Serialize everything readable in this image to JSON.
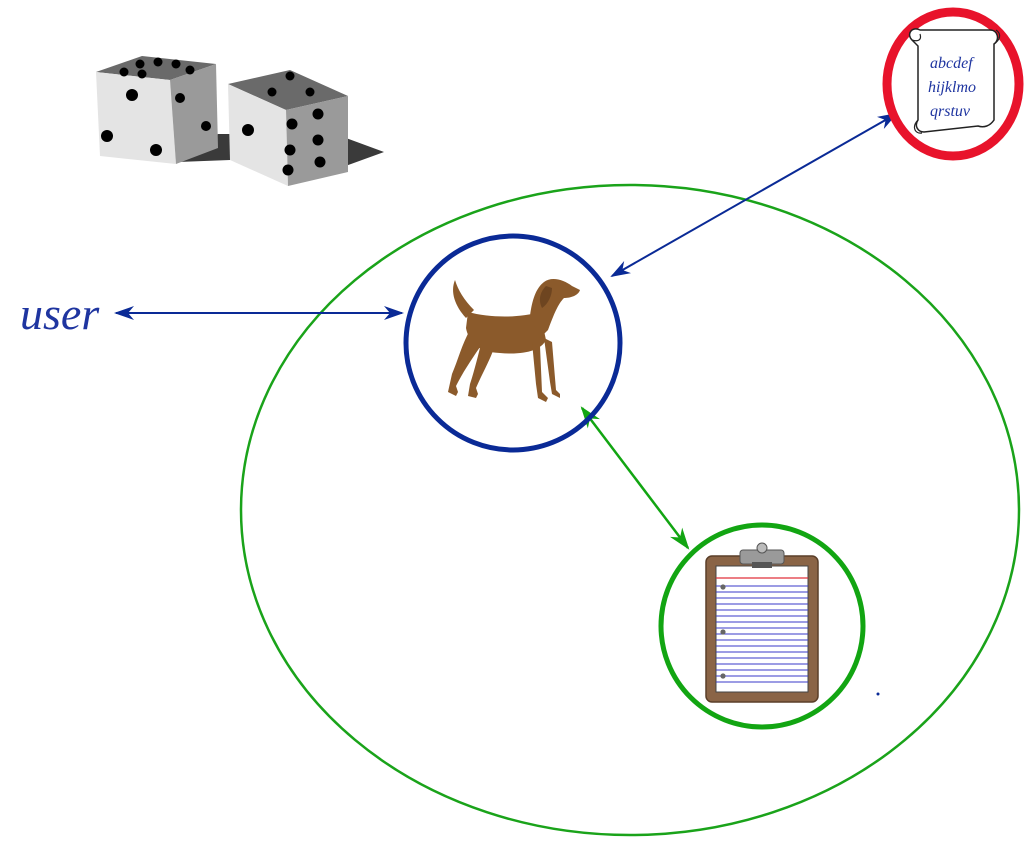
{
  "user_label": "user",
  "scroll_lines": [
    "abcdef",
    "hijklmo",
    "qrstuv"
  ],
  "colors": {
    "outer_circle": "#1aa31a",
    "agent_circle": "#0a2a96",
    "memory_circle": "#12a512",
    "document_ring": "#e8132b",
    "user_arrow": "#0a2a96",
    "document_arrow": "#0a2a96",
    "memory_arrow": "#12a512",
    "dog": "#8b5a2b",
    "clipboard_board": "#8a6446",
    "clipboard_lines": "#3a3ac8",
    "clipboard_margin": "#e0303a",
    "user_text": "#1f35a0",
    "scroll_text": "#1f35a0"
  },
  "icons": {
    "dice": "dice-icon",
    "dog": "dog-icon",
    "scroll": "scroll-icon",
    "clipboard": "clipboard-icon"
  }
}
